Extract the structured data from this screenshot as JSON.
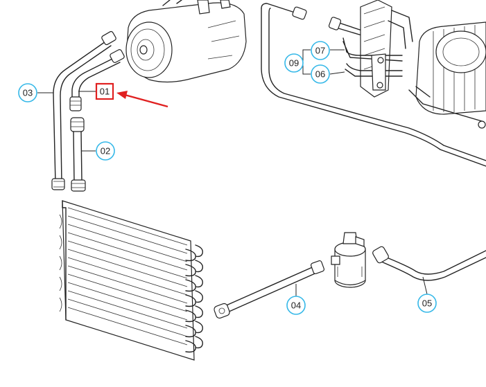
{
  "callouts": [
    {
      "id": "01",
      "label": "01",
      "highlighted": true
    },
    {
      "id": "02",
      "label": "02"
    },
    {
      "id": "03",
      "label": "03"
    },
    {
      "id": "04",
      "label": "04"
    },
    {
      "id": "05",
      "label": "05"
    },
    {
      "id": "06",
      "label": "06"
    },
    {
      "id": "07",
      "label": "07"
    },
    {
      "id": "09",
      "label": "09"
    }
  ],
  "colors": {
    "callout_ring": "#35b8e8",
    "highlight": "#e02020",
    "line_art": "#222222"
  }
}
